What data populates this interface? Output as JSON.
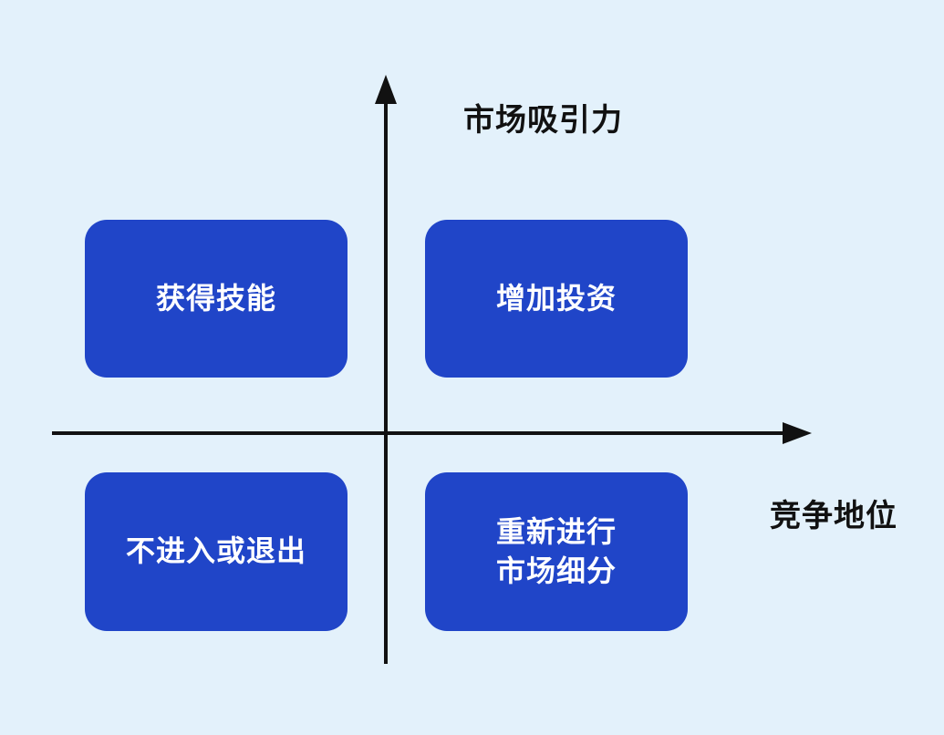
{
  "diagram": {
    "type": "quadrant-matrix",
    "background_color": "#e3f1fb",
    "box_color": "#2045c8",
    "box_text_color": "#ffffff",
    "axis_color": "#111111",
    "axes": {
      "y_label": "市场吸引力",
      "x_label": "竞争地位"
    },
    "quadrants": {
      "top_left": {
        "label": "获得技能"
      },
      "top_right": {
        "label": "增加投资"
      },
      "bottom_left": {
        "label": "不进入或退出"
      },
      "bottom_right": {
        "label_line1": "重新进行",
        "label_line2": "市场细分"
      }
    }
  }
}
